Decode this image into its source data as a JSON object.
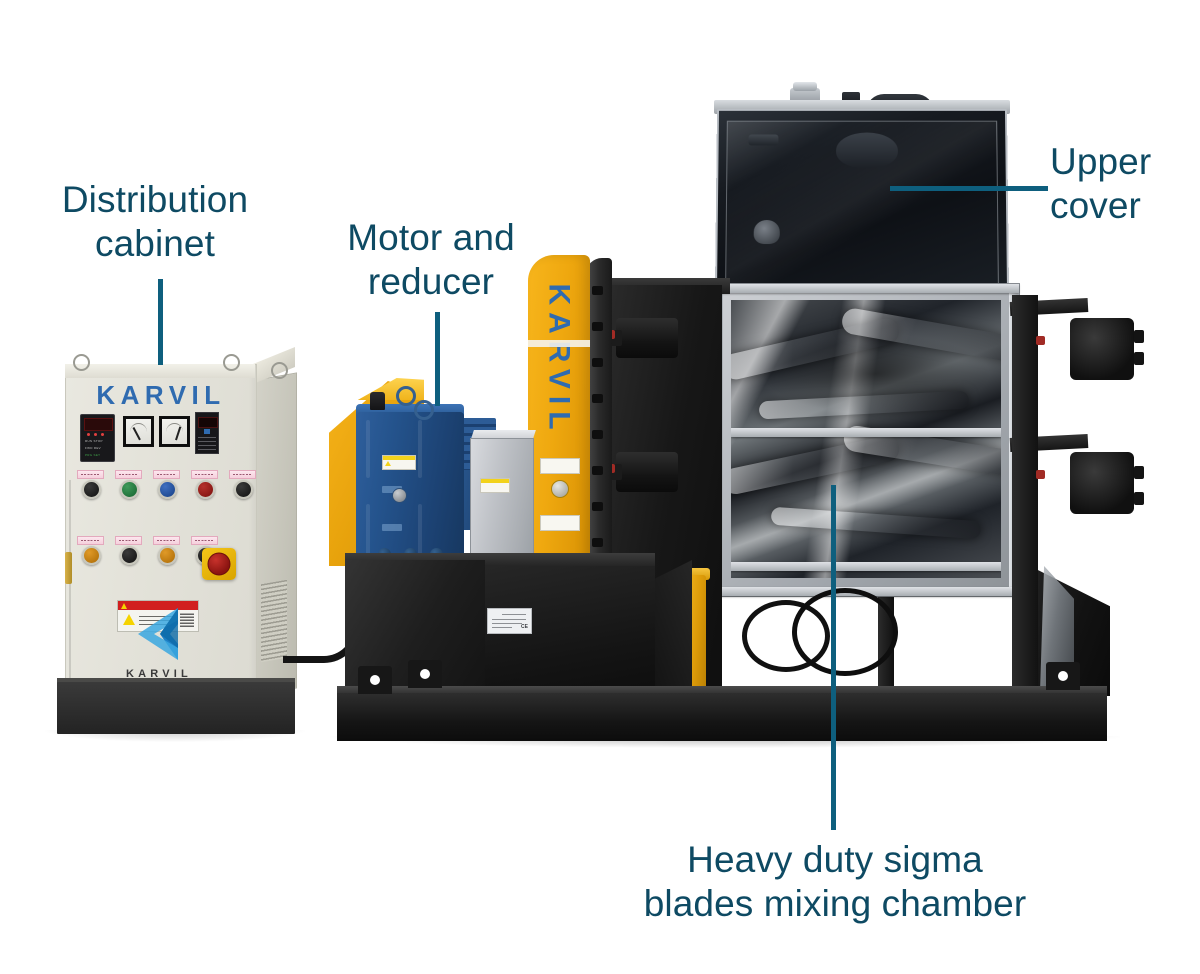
{
  "image": {
    "subject": "Industrial sigma blade kneader mixer with annotated callouts",
    "background_color": "#ffffff",
    "annotation_color": "#0e4a63",
    "leader_color": "#0e5f7e"
  },
  "annotations": [
    {
      "id": "distribution-cabinet",
      "label": "Distribution\ncabinet",
      "points_to": "electrical control cabinet at left"
    },
    {
      "id": "motor-and-reducer",
      "label": "Motor and\nreducer",
      "points_to": "blue gearbox and yellow motor housing"
    },
    {
      "id": "upper-cover",
      "label": "Upper\ncover",
      "points_to": "hinged lid raised above the mixing chamber"
    },
    {
      "id": "heavy-duty-sigma-blades-mixing-chamber",
      "label": "Heavy duty sigma\nblades mixing chamber",
      "points_to": "polished stainless steel mixing trough"
    }
  ],
  "machine": {
    "cabinet": {
      "brand_top": "KARVIL",
      "logo_text": "KARVIL",
      "logo_mark": "blue-chevron-logo",
      "controls": {
        "vfd_label": "vfd-keypad",
        "analog_meters": 2,
        "digital_meter": 1,
        "push_buttons_row1": [
          "black",
          "green",
          "blue",
          "red",
          "black"
        ],
        "push_buttons_row2": [
          "orange",
          "black",
          "orange",
          "black"
        ],
        "emergency_stop": "red mushroom e-stop on yellow base",
        "warning_label": "red and yellow warning placard"
      }
    },
    "guard": {
      "brand_vertical": "KARVIL",
      "color": "#efa80f"
    },
    "gearbox": {
      "color": "#24538c"
    },
    "motor_cover": {
      "color": "#efa80f"
    },
    "chamber": {
      "finish": "polished stainless steel",
      "blades": "sigma"
    },
    "cover": {
      "state": "open"
    },
    "frame": {
      "color": "#141414"
    },
    "hydraulic_cylinder": {
      "color": "#dc9a08"
    }
  }
}
